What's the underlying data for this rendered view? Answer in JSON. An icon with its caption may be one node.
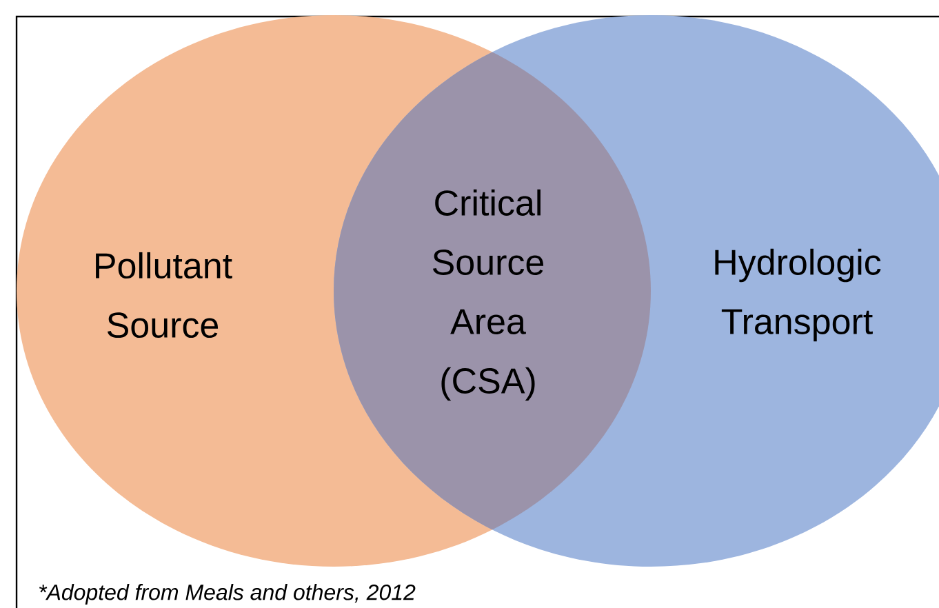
{
  "diagram": {
    "caption": "*Adopted from Meals and others, 2012",
    "nodes": [
      {
        "text": [
          "Pollutant Source"
        ]
      },
      {
        "text": [
          "Critical Source Area (CSA)"
        ]
      },
      {
        "text": [
          "Hydrologic Transport"
        ]
      }
    ]
  }
}
